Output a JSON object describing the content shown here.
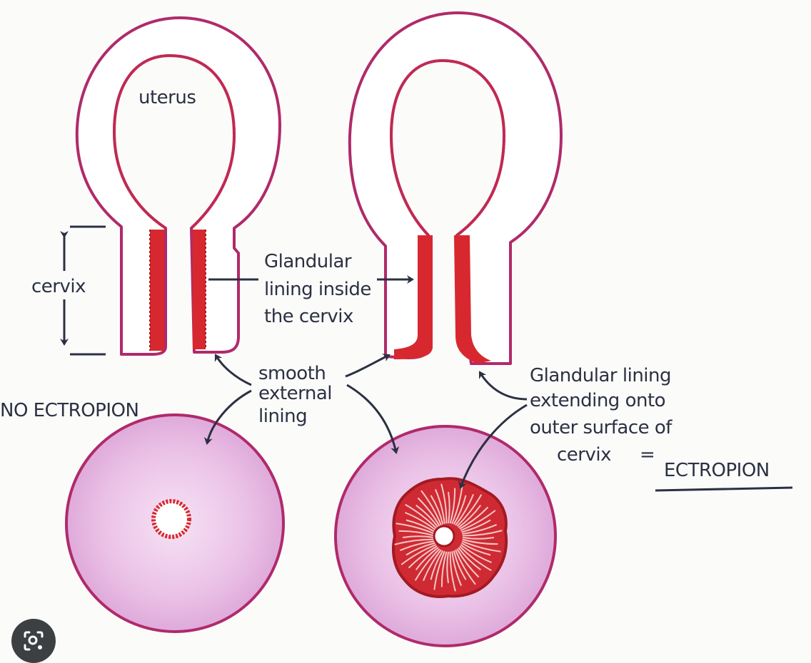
{
  "labels": {
    "uterus": "uterus",
    "cervix": "cervix",
    "glandular_inside_line1": "Glandular",
    "glandular_inside_line2": "lining inside",
    "glandular_inside_line3": "the cervix",
    "smooth_line1": "smooth",
    "smooth_line2": "external",
    "smooth_line3": "lining",
    "no_ectropion": "NO ECTROPION",
    "ext_line1": "Glandular lining",
    "ext_line2": "extending onto",
    "ext_line3": "outer surface of",
    "ext_line4_prefix": "cervix",
    "ext_line4_eq": "=",
    "ectropion": "ECTROPION"
  },
  "colors": {
    "outline": "#b02a6a",
    "gland": "#d8282f",
    "disc_fill": "#eec9ea",
    "ink": "#2b3142"
  },
  "icons": {
    "lens": "image-search-icon"
  }
}
